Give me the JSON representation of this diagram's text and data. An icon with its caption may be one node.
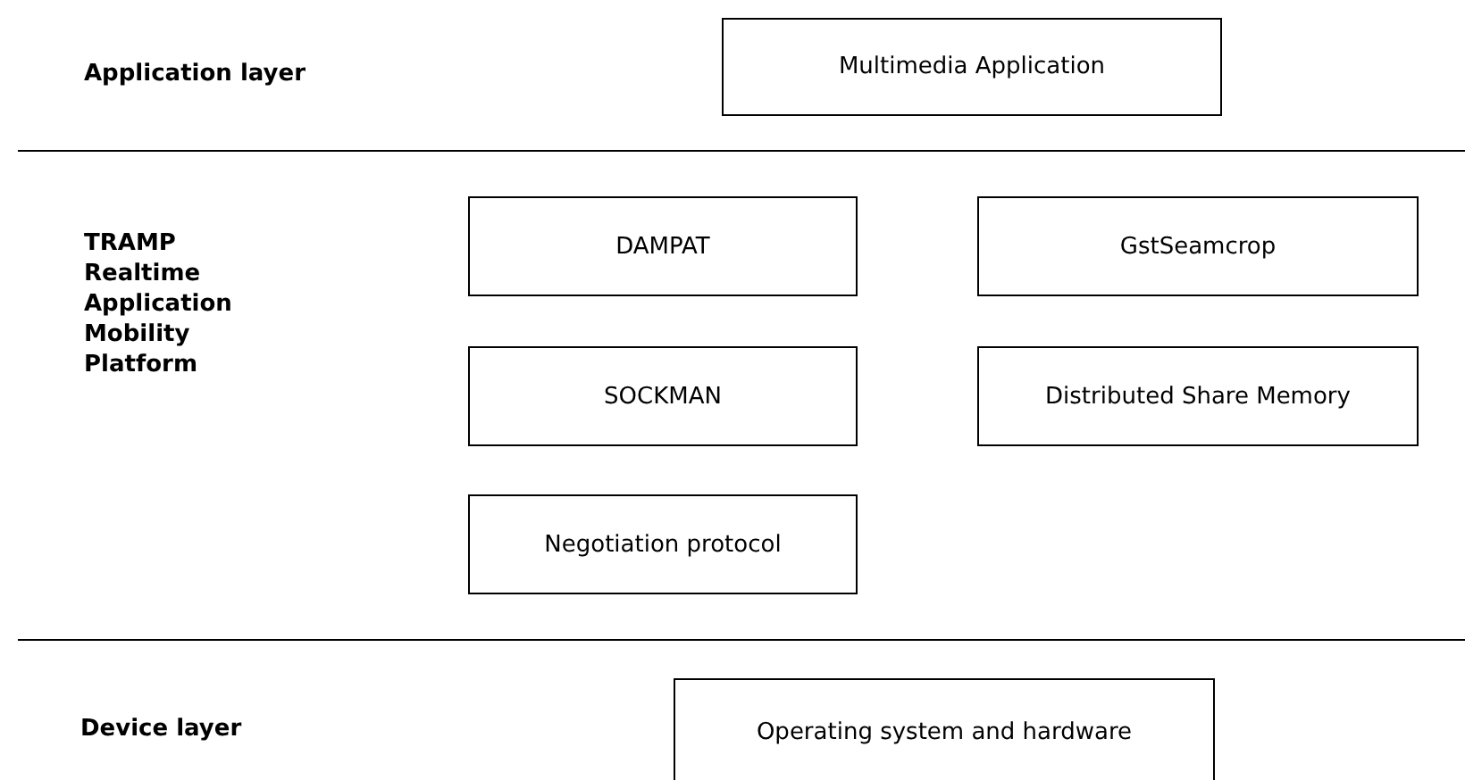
{
  "diagram": {
    "nodes": [
      {
        "text": [
          "Multimedia Application"
        ]
      },
      {
        "text": [
          "DAMPAT"
        ]
      },
      {
        "text": [
          "GstSeamcrop"
        ]
      },
      {
        "text": [
          "SOCKMAN"
        ]
      },
      {
        "text": [
          "Distributed Share Memory"
        ]
      },
      {
        "text": [
          "Negotiation protocol"
        ]
      },
      {
        "text": [
          "Operating system and hardware"
        ]
      }
    ],
    "labels": [
      "Application layer",
      "TRAMP Realtime Application Mobility Platform",
      "Device layer"
    ]
  }
}
